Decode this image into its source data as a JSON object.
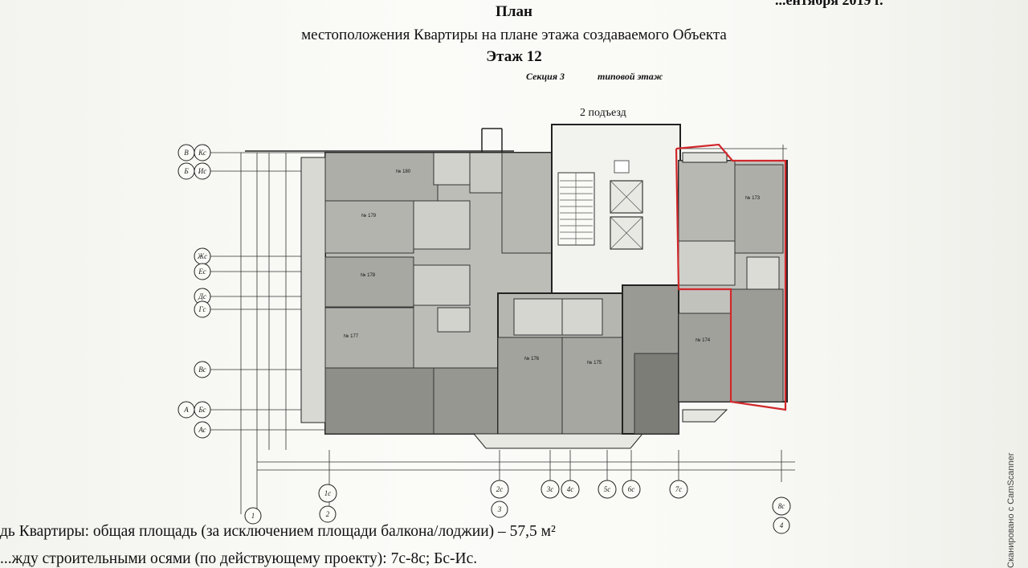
{
  "header": {
    "title": "План",
    "subtitle": "местоположения Квартиры на плане этажа создаваемого Объекта",
    "floor": "Этаж 12",
    "section": "Секция 3",
    "floor_type": "типовой этаж",
    "top_fragment": "...ентября 2019 г."
  },
  "entrance_label": "2 подъезд",
  "axes": {
    "left": [
      "Кс",
      "Ис",
      "Жс",
      "Ес",
      "Дс",
      "Гс",
      "Вс",
      "Бс",
      "Ас"
    ],
    "left_outer": [
      "В",
      "Б",
      "А"
    ],
    "bottom_top_row": [
      "1с",
      "2с",
      "3с",
      "4с",
      "5с",
      "6с",
      "7с",
      "8с"
    ],
    "bottom_bottom_row": [
      "1",
      "2",
      "3",
      "4"
    ]
  },
  "apartments": [
    {
      "no": "№ 180"
    },
    {
      "no": "№ 179"
    },
    {
      "no": "№ 178"
    },
    {
      "no": "№ 177"
    },
    {
      "no": "№ 176"
    },
    {
      "no": "№ 175"
    },
    {
      "no": "№ 174"
    },
    {
      "no": "№ 173"
    }
  ],
  "footer": {
    "line1": "дь Квартиры: общая площадь (за исключением площади балкона/лоджии) – 57,5 м²",
    "line2": "...жду строительными осями (по действующему проекту): 7с-8с; Бс-Ис."
  },
  "watermark": "Сканировано с CamScanner",
  "colors": {
    "highlight": "#d0282b",
    "plan_fill": "#b9b9b4",
    "dark_fill": "#8e8e88"
  }
}
